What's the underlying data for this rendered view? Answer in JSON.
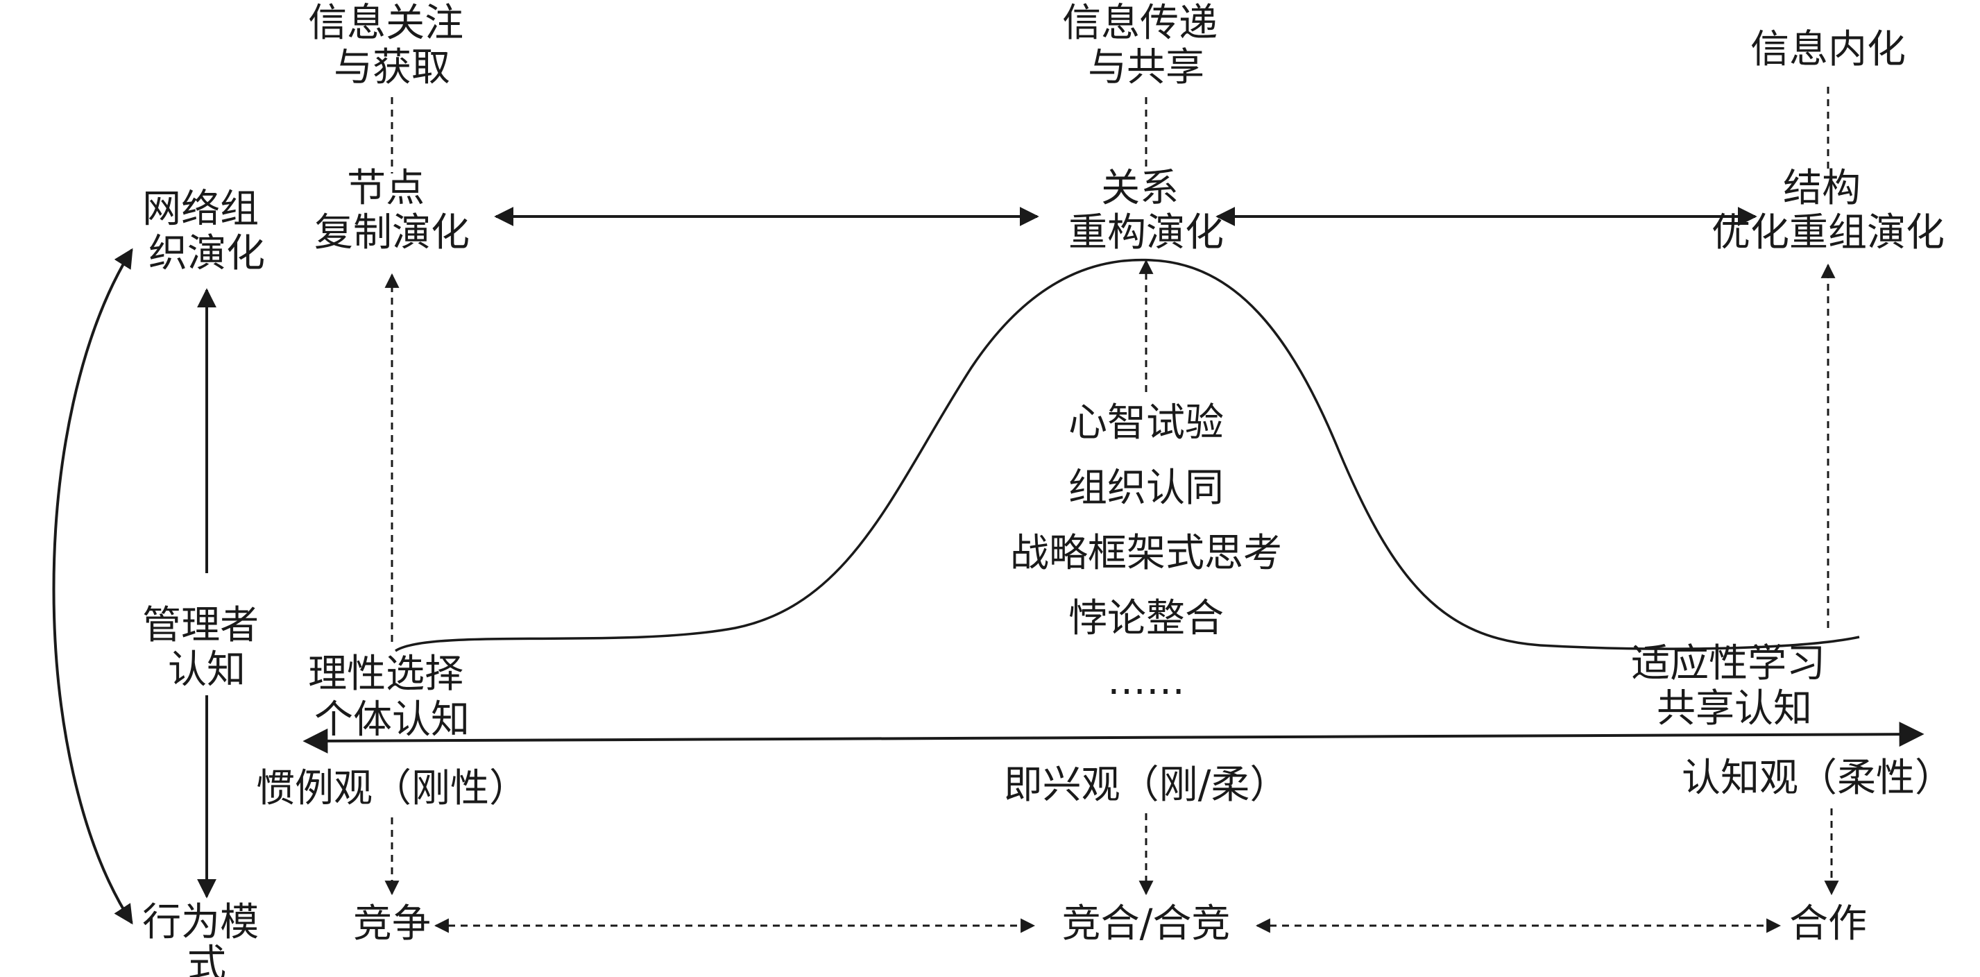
{
  "info": {
    "col1": [
      "信息关注",
      "与获取"
    ],
    "col2": [
      "信息传递",
      "与共享"
    ],
    "col3": [
      "信息内化"
    ]
  },
  "left": {
    "network": [
      "网络组",
      "织演化"
    ],
    "manager": [
      "管理者",
      "认知"
    ],
    "behavior": [
      "行为模",
      "式"
    ]
  },
  "evolution": {
    "col1": [
      "节点",
      "复制演化"
    ],
    "col2": [
      "关系",
      "重构演化"
    ],
    "col3": [
      "结构",
      "优化重组演化"
    ]
  },
  "cognition": {
    "left": [
      "理性选择",
      "个体认知"
    ],
    "right": [
      "适应性学习",
      "共享认知"
    ],
    "middle": [
      "心智试验",
      "组织认同",
      "战略框架式思考",
      "悖论整合",
      "……"
    ]
  },
  "views": {
    "left": "惯例观（刚性）",
    "middle": "即兴观（刚/柔）",
    "right": "认知观（柔性）"
  },
  "behaviors": {
    "left": "竞争",
    "middle": "竞合/合竞",
    "right": "合作"
  }
}
